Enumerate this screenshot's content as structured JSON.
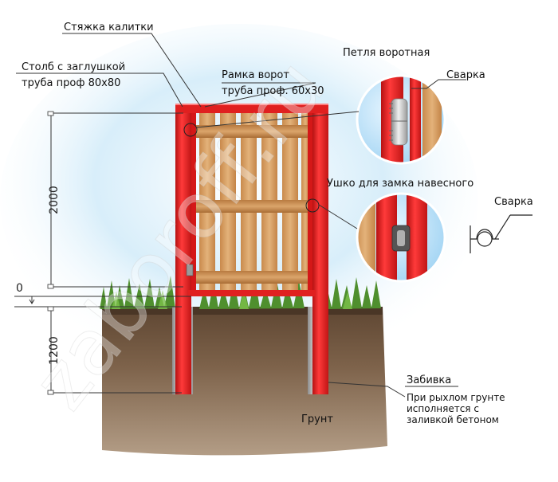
{
  "labels": {
    "gate_tie": "Стяжка калитки",
    "post_cap": "Столб с заглушкой",
    "post_pipe": "труба проф 80х80",
    "frame": "Рамка ворот",
    "frame_pipe": "труба проф. 60х30",
    "hinge": "Петля воротная",
    "weld_1": "Сварка",
    "lug": "Ушко для замка навесного",
    "weld_2": "Сварка",
    "drive": "Забивка",
    "soil_note_1": "При рыхлом грунте",
    "soil_note_2": "исполняется с",
    "soil_note_3": "заливкой бетоном",
    "ground": "Грунт"
  },
  "dimensions": {
    "height_above": "2000",
    "zero_level": "0",
    "depth_below": "1200"
  },
  "watermark": "zaboroff.ru",
  "colors": {
    "frame_red": "#e02020",
    "wood": "#d9a060",
    "soil": "#8a6a4a",
    "grass": "#5f9e3a",
    "sky": "#bfe3f7"
  }
}
